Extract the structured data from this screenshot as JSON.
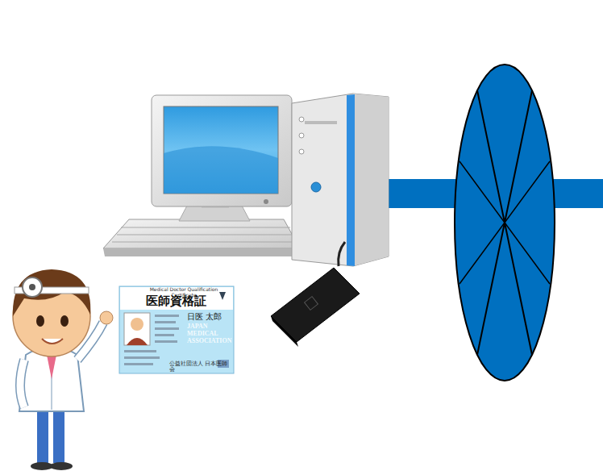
{
  "diagram": {
    "nodes": [
      {
        "text": [
          "Medical Doctor Qualification Certificate",
          "医師資格証",
          "日医 太郎",
          "JAPAN MEDICAL ASSOCIATION",
          "公益社団法人 日本医師会"
        ]
      }
    ]
  }
}
